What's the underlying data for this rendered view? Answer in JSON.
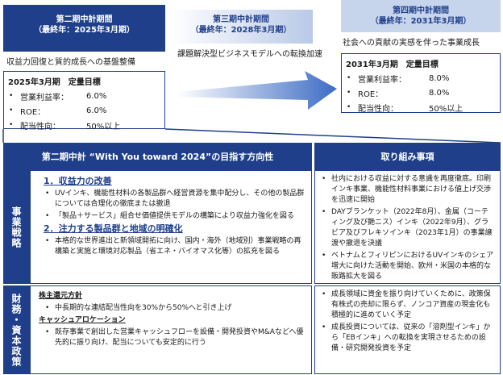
{
  "phase2": {
    "title": "第二期中計期間",
    "term": "（最終年：2025年3月期）",
    "subtitle": "収益力回復と質的成長への基盤整備",
    "target_title": "2025年3月期　定量目標",
    "targets": [
      {
        "label": "営業利益率：",
        "value": "6.0%"
      },
      {
        "label": "ROE：",
        "value": "6.0%"
      },
      {
        "label": "配当性向：",
        "value": "50%以上"
      }
    ]
  },
  "phase3": {
    "title": "第三期中計期間",
    "term": "（最終年：2028年3月期）",
    "subtitle": "課題解決型ビジネスモデルへの転換加速"
  },
  "phase4": {
    "title": "第四期中計期間",
    "term": "（最終年：2031年3月期）",
    "subtitle": "社会への貢献の実感を伴った事業成長",
    "target_title": "2031年3月期　定量目標",
    "targets": [
      {
        "label": "営業利益率：",
        "value": "8.0%"
      },
      {
        "label": "ROE：",
        "value": "8.0%"
      },
      {
        "label": "配当性向：",
        "value": "50%以上"
      }
    ]
  },
  "table": {
    "header_left": "第二期中計 “With You toward 2024”の目指す方向性",
    "header_right": "取り組み事項",
    "strategy": {
      "side_label": "事業戦略",
      "h1": "1．収益力の改善",
      "h1_items": [
        "UVインキ、機能性材料の各製品群へ経営資源を集中配分し、その他の製品群については合理化の徹底または撤退",
        "「製品＋サービス」組合せ価値提供モデルの構築により収益力強化を図る"
      ],
      "h2": "2．注力する製品群と地域の明確化",
      "h2_items": [
        "本格的な世界進出と新領域開拓に向け、国内・海外（地域別）事業戦略の再構築と実施と環境対応製品（省エネ・バイオマス化等）の拡充を図る"
      ],
      "actions": [
        "社内における収益に対する意識を再度徹底。印刷インキ事業、機能性材料事業における値上げ交渉を迅速に開始",
        "DAYブランケット（2022年8月）、金属（コーティング及び艶ニス）インキ（2022年9月）、グラビア及びフレキソインキ（2023年1月）の事業譲渡や撤退を決議",
        "ベトナムとフィリピンにおけるUVインキのシェア増大に向けた活動を開始、欧州・米国の本格的な販路拡大を図る"
      ]
    },
    "finance": {
      "side_label": "財務・資本政策",
      "h1": "株主還元方針",
      "h1_items": [
        "中長期的な連結配当性向を30%から50%へと引き上げ"
      ],
      "h2": "キャッシュアロケーション",
      "h2_items": [
        "既存事業で創出した営業キャッシュフローを設備・開発投資やM&Aなどへ優先的に振り向け、配当についても安定的に行う"
      ],
      "actions": [
        "成長領域に資金を振り向けていくために、政策保有株式の売却に限らず、ノンコア資産の現金化も積極的に進めていく予定",
        "成長投資については、従来の「溶剤型インキ」から「EBインキ」への転換を実現させるための設備・研究開発投資を予定"
      ]
    }
  },
  "colors": {
    "navy": "#1f3f8a",
    "light_blue": "#c6d4ec",
    "arrow": "#4f79c9"
  }
}
